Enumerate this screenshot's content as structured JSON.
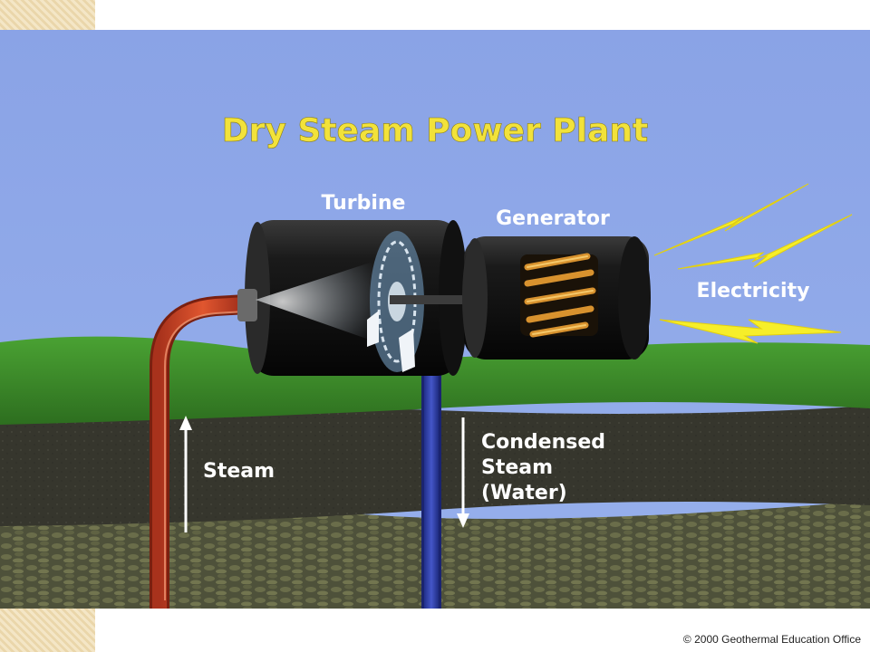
{
  "title": "Dry Steam Power Plant",
  "labels": {
    "turbine": "Turbine",
    "generator": "Generator",
    "electricity": "Electricity",
    "steam": "Steam",
    "condensed_line1": "Condensed",
    "condensed_line2": "Steam",
    "condensed_line3": "(Water)"
  },
  "footer": "© 2000 Geothermal  Education Office",
  "colors": {
    "sky": "#8fa8e8",
    "title": "#f2e23a",
    "label": "#ffffff",
    "grass": "#3d8f2a",
    "soil": "#3a3a30",
    "rock": "#55573d",
    "steam_pipe": "#d2432a",
    "water_pipe": "#2f3fa8",
    "bolt": "#f6ee2a"
  }
}
